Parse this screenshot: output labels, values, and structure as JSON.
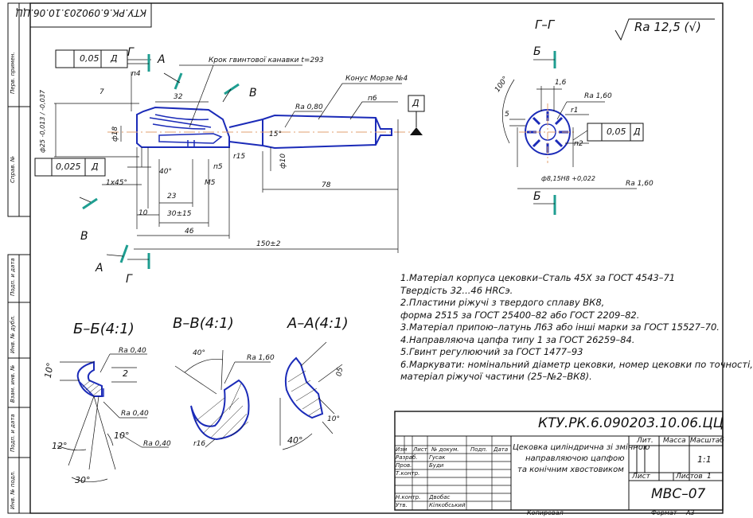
{
  "header_code_rotated": "КТУ.РК.6.090203.10.06.ЦЦ",
  "section_gg": "Г–Г",
  "roughness_general": "Ra 12,5 (√)",
  "callouts": {
    "g": "Г",
    "a": "А",
    "v": "В",
    "b": "Б"
  },
  "main_view": {
    "tol_frame1_value": "0,05",
    "tol_frame1_datum": "Д",
    "tol_frame2_value": "0,025",
    "tol_frame2_datum": "Д",
    "datum_box": "Д",
    "note_pitch": "Крок гвинтової канавки t=293",
    "note_taper": "Конус Морзе №4",
    "ra080": "Ra 0,80",
    "n4": "п4",
    "n5": "п5",
    "n6": "п6",
    "r15": "r15",
    "d32": "32",
    "d15deg": "15°",
    "d40deg": "40°",
    "chamfer": "1x45°",
    "m5": "M5",
    "d23": "23",
    "d10": "10",
    "d30": "30±15",
    "d46": "46",
    "d78": "78",
    "d150": "150±2",
    "dia18": "ф18",
    "dia10": "ф10",
    "dia25": "ф25 -0,013 / -0,037",
    "d7": "7"
  },
  "section_gg_view": {
    "ra160_a": "Ra 1,60",
    "ra160_b": "Ra 1,60",
    "d16": "1,6",
    "d100": "100°",
    "d5": "5",
    "r1": "r1",
    "n2": "п2",
    "dia8": "ф8,15H8 +0,022",
    "tol_value": "0,05",
    "tol_datum": "Д"
  },
  "section_bb": {
    "title": "Б–Б(4:1)",
    "ra040_a": "Ra 0,40",
    "ra040_b": "Ra 0,40",
    "ra040_c": "Ra 0,40",
    "d10": "10°",
    "d2": "2",
    "d10b": "10°",
    "d12": "12°",
    "d30": "30°"
  },
  "section_vv": {
    "title": "В–В(4:1)",
    "d40": "40°",
    "ra160": "Ra 1,60",
    "r16": "r16"
  },
  "section_aa": {
    "title": "А–А(4:1)",
    "d05": "05",
    "d10": "10°",
    "d40": "40°"
  },
  "notes": [
    "1.Матеріал корпуса цековки–Сталь 45Х за ГОСТ 4543–71",
    "Твердість 32...46 HRCэ.",
    "2.Пластини ріжучі з твердого сплаву ВК8,",
    "форма 2515 за ГОСТ 25400–82 або ГОСТ 2209–82.",
    "3.Матеріал припою–латунь Л63 або інші марки за ГОСТ 15527–70.",
    "4.Направляюча цапфа типу 1 за ГОСТ 26259–84.",
    "5.Гвинт регулюючий за ГОСТ 1477–93",
    "6.Маркувати: номінальний діаметр цековки, номер цековки по точності,",
    "матеріал ріжучої частини (25–№2–ВК8)."
  ],
  "title_block": {
    "code": "КТУ.РК.6.090203.10.06.ЦЦ",
    "name_line1": "Цековка циліндрична зі змінною",
    "name_line2": "направляючою цапфою",
    "name_line3": "та конічним хвостовиком",
    "lit": "Лит.",
    "mass": "Масса",
    "scale": "Масштаб",
    "scale_value": "1:1",
    "sheet": "Лист",
    "sheets": "Листов",
    "sheets_value": "1",
    "org": "МВС–07",
    "hdr_izm": "Изм",
    "hdr_list": "Лист",
    "hdr_doc": "№ докум.",
    "hdr_sign": "Подп.",
    "hdr_date": "Дата",
    "razrab": "Разраб.",
    "razrab_name": "Гусак",
    "prov": "Пров.",
    "prov_name": "Буди",
    "tkontr": "Т.контр.",
    "nkontr": "Н.контр.",
    "nkontr_name": "Двобас",
    "utv": "Утв.",
    "utv_name": "Кілкобський",
    "kopiroval": "Копировал",
    "format": "Формат",
    "format_value": "А3"
  },
  "left_strip": {
    "c1": "Перв. примен.",
    "c2": "Справ. №",
    "c3": "Подп. и дата",
    "c4": "Инв. № дубл.",
    "c5": "Взам. инв. №",
    "c6": "Подп. и дата",
    "c7": "Инв. № подл."
  }
}
